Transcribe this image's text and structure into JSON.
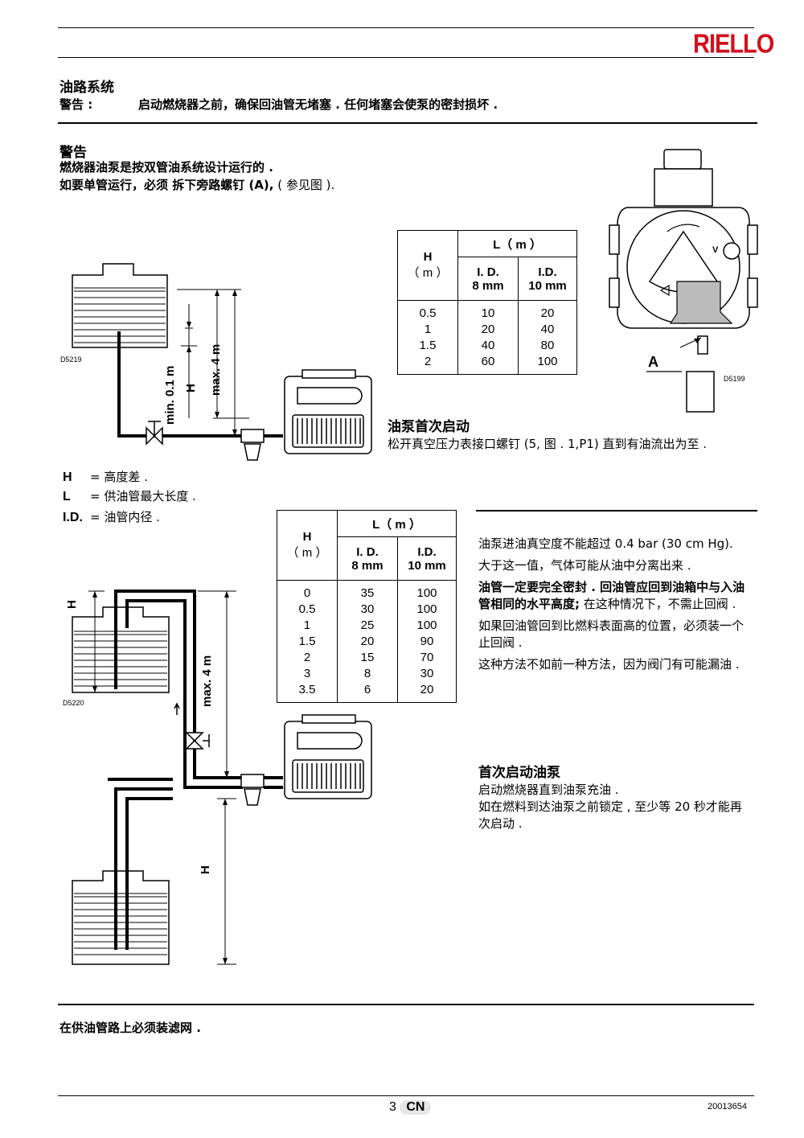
{
  "brand": "RIELLO",
  "section1": {
    "title": "油路系统",
    "warning_label": "警告 :",
    "warning_text": "启动燃烧器之前，确保回油管无堵塞 . 任何堵塞会使泵的密封损坏 ."
  },
  "section2": {
    "title": "警告",
    "line1": "燃烧器油泵是按双管油系统设计运行的 .",
    "line2_bold": "如要单管运行，必须 拆下旁路螺钉 (A),",
    "line2_normal": " ( 参见图 )."
  },
  "table1": {
    "h_header": "H",
    "h_unit": "（ m ）",
    "l_header": "L（ m ）",
    "col1": [
      "I. D.",
      "8 mm"
    ],
    "col2": [
      "I.D.",
      "10 mm"
    ],
    "rows": [
      [
        "0.5",
        "10",
        "20"
      ],
      [
        "1",
        "20",
        "40"
      ],
      [
        "1.5",
        "40",
        "80"
      ],
      [
        "2",
        "60",
        "100"
      ]
    ]
  },
  "table2": {
    "h_header": "H",
    "h_unit": "（ m ）",
    "l_header": "L（ m ）",
    "col1": [
      "I. D.",
      "8 mm"
    ],
    "col2": [
      "I.D.",
      "10 mm"
    ],
    "rows": [
      [
        "0",
        "35",
        "100"
      ],
      [
        "0.5",
        "30",
        "100"
      ],
      [
        "1",
        "25",
        "100"
      ],
      [
        "1.5",
        "20",
        "90"
      ],
      [
        "2",
        "15",
        "70"
      ],
      [
        "3",
        "8",
        "30"
      ],
      [
        "3.5",
        "6",
        "20"
      ]
    ]
  },
  "diagram1": {
    "code": "D5219",
    "min_label": "min. 0.1 m",
    "h_label": "H",
    "max_label": "max. 4 m"
  },
  "diagram2": {
    "code": "D5220",
    "h_label": "H",
    "max_label": "max. 4 m"
  },
  "pump": {
    "code": "D5199",
    "label_a": "A",
    "label_v": "V"
  },
  "first_start": {
    "title": "油泵首次启动",
    "text": "松开真空压力表接口螺钉 (5, 图 . 1,P1) 直到有油流出为至 ."
  },
  "legend": [
    {
      "key": "H",
      "text": "= 高度差 ."
    },
    {
      "key": "L",
      "text": "= 供油管最大长度 ."
    },
    {
      "key": "I.D.",
      "text": "= 油管内径 ."
    }
  ],
  "right": {
    "p1": "油泵进油真空度不能超过 0.4 bar (30 cm Hg).",
    "p2": "大于这一值，气体可能从油中分离出来 .",
    "p3_bold": "油管一定要完全密封 . 回油管应回到油箱中与入油管相同的水平高度;",
    "p3_normal": " 在这种情况下，不需止回阀 .",
    "p4": "如果回油管回到比燃料表面高的位置，必须装一个止回阀 .",
    "p5": "这种方法不如前一种方法，因为阀门有可能漏油 .",
    "sub_title": "首次启动油泵",
    "p6": "启动燃烧器直到油泵充油 .",
    "p7": "如在燃料到达油泵之前锁定 , 至少等 20 秒才能再次启动 ."
  },
  "bottom_note": "在供油管路上必须装滤网 .",
  "footer": {
    "page": "3",
    "lang": "CN",
    "doc_no": "20013654"
  }
}
